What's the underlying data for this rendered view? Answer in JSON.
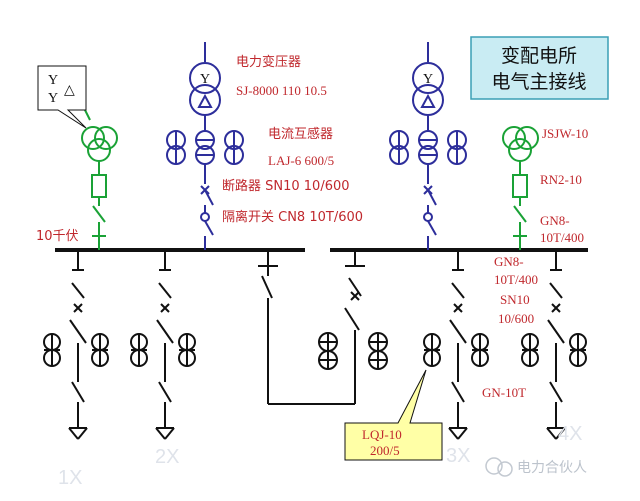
{
  "title": {
    "line1": "变配电所",
    "line2": "电气主接线"
  },
  "labels": {
    "transformer_name": "电力变压器",
    "transformer_model": "SJ-8000  110  10.5",
    "ct_name": "电流互感器",
    "ct_model": "LAJ-6  600/5",
    "breaker": "断路器  SN10  10/600",
    "disconnector": "隔离开关  CN8  10T/600",
    "bus_voltage": "10千伏",
    "pt_model": "JSJW-10",
    "fuse_model": "RN2-10",
    "pt_switch_line1": "GN8-",
    "pt_switch_line2": "10T/400",
    "feeder_switch_line1": "GN8-",
    "feeder_switch_line2": "10T/400",
    "feeder_breaker_line1": "SN10",
    "feeder_breaker_line2": "10/600",
    "feeder_disconnector": "GN-10T",
    "winding_line1": "Y",
    "winding_line2": "Y",
    "winding_delta": "△",
    "transformer_symbol": "Y"
  },
  "callout": {
    "line1": "LQJ-10",
    "line2": "200/5"
  },
  "feeders": [
    "1X",
    "2X",
    "3X",
    "4X"
  ],
  "watermark": "电力合伙人",
  "colors": {
    "label": "#c0282d",
    "equipment": "#2d2e9b",
    "pt_equipment": "#1aa236",
    "wiring": "#111111",
    "title_box": "#c9ecf3",
    "callout_box": "#ffffa6"
  }
}
